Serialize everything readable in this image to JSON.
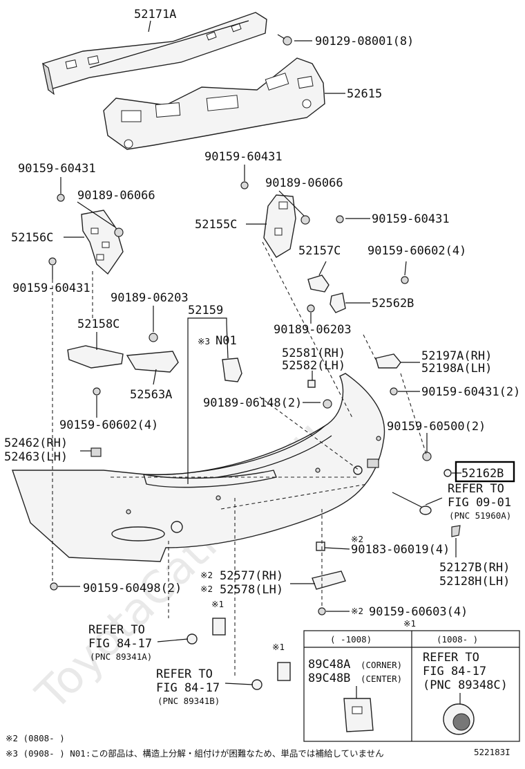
{
  "watermark": "ToyotaCatMine.ru",
  "labels": {
    "p52171A": "52171A",
    "p9012908001": "90129-08001(8)",
    "p52615": "52615",
    "p9015960431_a": "90159-60431",
    "p9018906066_a": "90189-06066",
    "p52156C": "52156C",
    "p9015960431_b": "90159-60431",
    "p9015960431_c": "90159-60431",
    "p9018906066_b": "90189-06066",
    "p52155C": "52155C",
    "p9015960431_d": "90159-60431",
    "p52157C": "52157C",
    "p9015960602_a": "90159-60602(4)",
    "p52562B": "52562B",
    "p9018906203_a": "90189-06203",
    "p52159": "52159",
    "p9018906203_b": "90189-06203",
    "p52158C": "52158C",
    "n01_mark": "※3",
    "n01": "N01",
    "p52581": "52581(RH)",
    "p52582": "52582(LH)",
    "p52197A": "52197A(RH)",
    "p52198A": "52198A(LH)",
    "p52563A": "52563A",
    "p9015960431_e": "90159-60431(2)",
    "p9018906148": "90189-06148(2)",
    "p9015960602_b": "90159-60602(4)",
    "p9015960500": "90159-60500(2)",
    "p52462": "52462(RH)",
    "p52463": "52463(LH)",
    "p52162B": "52162B",
    "refer_a1": "REFER TO",
    "refer_a2": "FIG 09-01",
    "refer_a3": "(PNC 51960A)",
    "p90183_mark": "※2",
    "p90183": "90183-06019(4)",
    "p52127B": "52127B(RH)",
    "p52128H": "52128H(LH)",
    "p52577_mark": "※2",
    "p52577": "52577(RH)",
    "p52578_mark": "※2",
    "p52578": "52578(LH)",
    "p9015960498": "90159-60498(2)",
    "p9015960603_mark": "※2",
    "p9015960603": "90159-60603(4)",
    "mark1_a": "※1",
    "mark1_b": "※1",
    "mark1_c": "※1",
    "refer_b1": "REFER TO",
    "refer_b2": "FIG 84-17",
    "refer_b3": "(PNC 89341A)",
    "refer_c1": "REFER TO",
    "refer_c2": "FIG 84-17",
    "refer_c3": "(PNC 89341B)"
  },
  "inset": {
    "col1_header": "(    -1008)",
    "col2_header": "(1008-    )",
    "p89C48A": "89C48A",
    "p89C48A_note": "(CORNER)",
    "p89C48B": "89C48B",
    "p89C48B_note": "(CENTER)",
    "refer1": "REFER TO",
    "refer2": "FIG 84-17",
    "refer3": "(PNC 89348C)"
  },
  "footnotes": {
    "note2": "※2 (0808-        )",
    "note3": "※3 (0908-        ) N01:この部品は、構造上分解・組付けが困難なため、単品では補給していません",
    "diagram_id": "522183I"
  }
}
